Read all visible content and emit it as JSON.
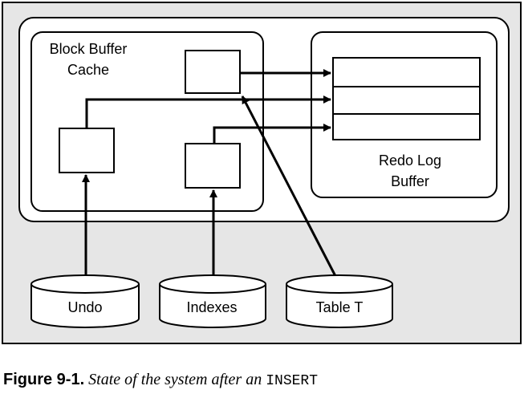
{
  "diagram": {
    "block_buffer_cache_label": [
      "Block Buffer",
      "Cache"
    ],
    "redo_log_buffer_label": [
      "Redo Log",
      "Buffer"
    ],
    "stores": {
      "undo": "Undo",
      "indexes": "Indexes",
      "table": "Table T"
    },
    "colors": {
      "background_panel": "#e6e6e6",
      "boxes": "#ffffff",
      "stroke": "#000000"
    }
  },
  "caption": {
    "number": "Figure 9-1.",
    "text": "State of the system after an",
    "code": "INSERT"
  }
}
